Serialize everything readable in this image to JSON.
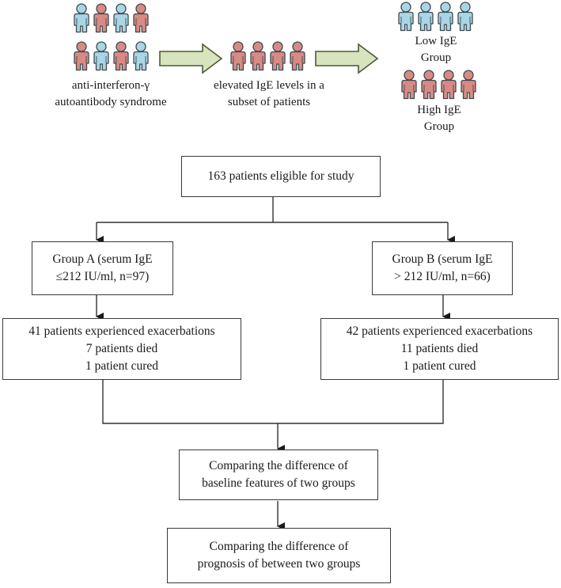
{
  "colors": {
    "low_ige": "#a9d6e5",
    "high_ige": "#d98a84",
    "person_outline": "#3d4a4f",
    "arrow_fill": "#d7e4bd",
    "arrow_outline": "#4a5a3a",
    "box_border": "#3a3a3a",
    "connector": "#333333"
  },
  "top_panel": {
    "mixed_population": {
      "rows": [
        [
          "low",
          "high",
          "low",
          "high"
        ],
        [
          "high",
          "low",
          "high",
          "low"
        ]
      ],
      "caption_lines": [
        "anti-interferon-γ",
        "autoantibody syndrome"
      ]
    },
    "subset": {
      "people": [
        "high",
        "high",
        "high",
        "high"
      ],
      "caption_lines": [
        "elevated IgE levels in a",
        "subset of patients"
      ]
    },
    "groups": [
      {
        "people": [
          "low",
          "low",
          "low",
          "low"
        ],
        "caption_lines": [
          "Low IgE",
          "Group"
        ]
      },
      {
        "people": [
          "high",
          "high",
          "high",
          "high"
        ],
        "caption_lines": [
          "High IgE",
          "Group"
        ]
      }
    ]
  },
  "flowchart": {
    "eligible": {
      "lines": [
        "163 patients eligible for study"
      ]
    },
    "group_a": {
      "lines": [
        "Group A (serum IgE",
        "≤212 IU/ml, n=97)"
      ]
    },
    "group_b": {
      "lines": [
        "Group B (serum IgE",
        "> 212 IU/ml, n=66)"
      ]
    },
    "outcome_a": {
      "lines": [
        "41 patients experienced exacerbations",
        "7 patients died",
        "1 patient cured"
      ]
    },
    "outcome_b": {
      "lines": [
        "42 patients experienced exacerbations",
        "11 patients died",
        "1 patient cured"
      ]
    },
    "baseline": {
      "lines": [
        "Comparing the difference of",
        "baseline features of two groups"
      ]
    },
    "prognosis": {
      "lines": [
        "Comparing the difference of",
        "prognosis of between two groups"
      ]
    }
  }
}
